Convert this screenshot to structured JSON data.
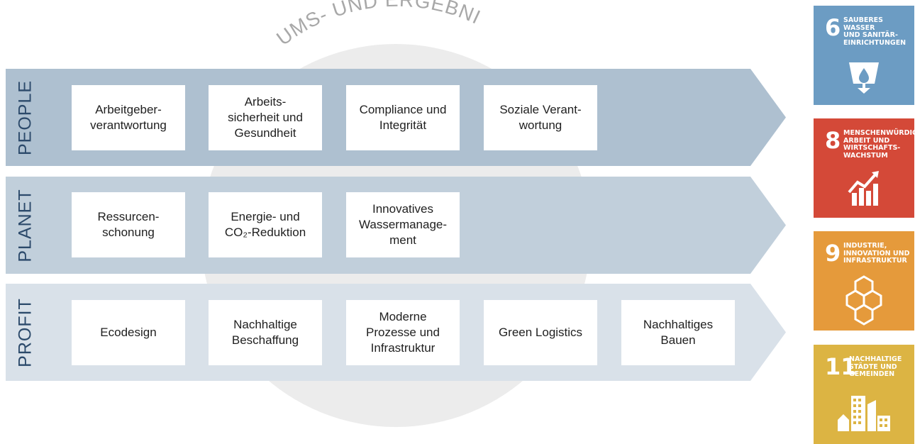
{
  "background_text": "UMS- UND ERGEBNI",
  "bands": [
    {
      "label": "PEOPLE",
      "cards": [
        "Arbeitgeber-\nverantwortung",
        "Arbeits-\nsicherheit und\nGesundheit",
        "Compliance und\nIntegrität",
        "Soziale Verant-\nwortung"
      ]
    },
    {
      "label": "PLANET",
      "cards": [
        "Ressurcen-\nschonung",
        "Energie- und\nCO₂-Reduktion",
        "Innovatives\nWassermanage-\nment"
      ]
    },
    {
      "label": "PROFIT",
      "cards": [
        "Ecodesign",
        "Nachhaltige\nBeschaffung",
        "Moderne\nProzesse und\nInfrastruktur",
        "Green Logistics",
        "Nachhaltiges\nBauen"
      ]
    }
  ],
  "sdgs": [
    {
      "number": "6",
      "text": "SAUBERES WASSER\nUND SANITÄR-\nEINRICHTUNGEN",
      "color": "#6c9cc3",
      "icon": "water-drop-icon"
    },
    {
      "number": "8",
      "text": "MENSCHENWÜRDIGE\nARBEIT UND\nWIRTSCHAFTS-\nWACHSTUM",
      "color": "#d44938",
      "icon": "growth-chart-icon"
    },
    {
      "number": "9",
      "text": "INDUSTRIE,\nINNOVATION UND\nINFRASTRUKTUR",
      "color": "#e59a3b",
      "icon": "cubes-icon"
    },
    {
      "number": "11",
      "text": "NACHHALTIGE\nSTÄDTE UND\nGEMEINDEN",
      "color": "#dcb443",
      "icon": "city-buildings-icon"
    }
  ]
}
